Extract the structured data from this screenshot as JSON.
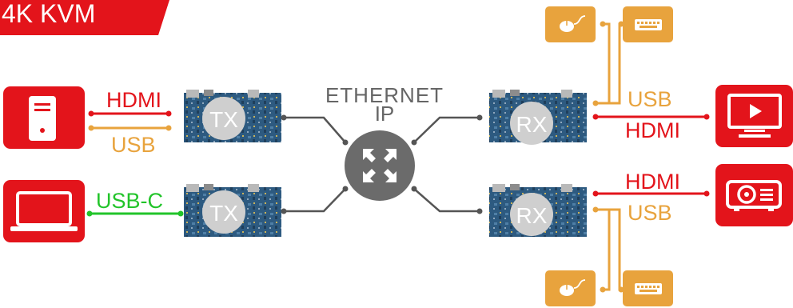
{
  "title": "4K KVM",
  "hub": {
    "label_line1": "ETHERNET",
    "label_line2": "IP"
  },
  "transmitters": [
    {
      "label": "TX",
      "links": [
        "HDMI",
        "USB"
      ]
    },
    {
      "label": "TX",
      "links": [
        "USB-C"
      ]
    }
  ],
  "receivers": [
    {
      "label": "RX",
      "links": [
        "USB",
        "HDMI"
      ]
    },
    {
      "label": "RX",
      "links": [
        "HDMI",
        "USB"
      ]
    }
  ],
  "colors": {
    "brand_red": "#e3141b",
    "usb_orange": "#e8a33d",
    "usbc_green": "#22c42a",
    "hub_gray": "#6b6b6b",
    "line_gray": "#555555",
    "board_blue": "#2f5f86",
    "peripheral_orange": "#e8a33d"
  },
  "icons": {
    "sources": [
      "desktop-tower-icon",
      "laptop-icon"
    ],
    "displays": [
      "monitor-play-icon",
      "projector-icon"
    ],
    "peripherals": [
      "mouse-icon",
      "keyboard-icon"
    ],
    "hub": "expand-arrows-icon"
  }
}
